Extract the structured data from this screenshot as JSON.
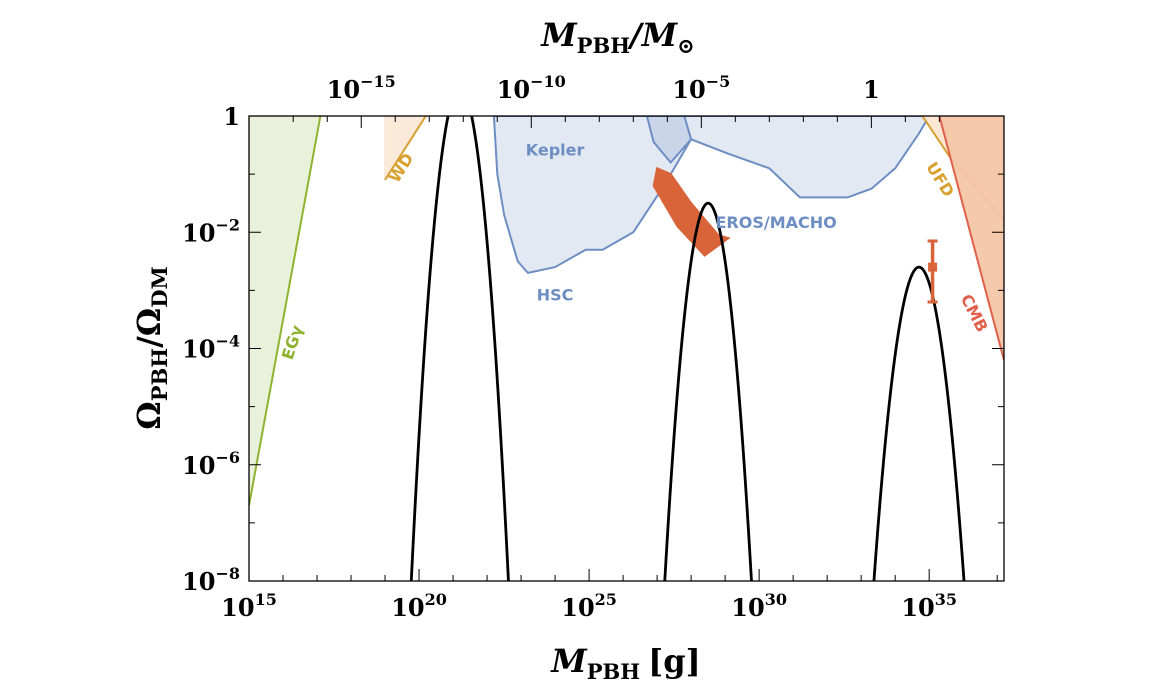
{
  "chart_data": {
    "type": "line",
    "x_axis": {
      "title": "M",
      "title_sub": "PBH",
      "title_unit": "[g]",
      "scale": "log",
      "range_log10": [
        15,
        37.2
      ],
      "ticks": [
        {
          "value": 15,
          "base": "10",
          "exp": "15"
        },
        {
          "value": 20,
          "base": "10",
          "exp": "20"
        },
        {
          "value": 25,
          "base": "10",
          "exp": "25"
        },
        {
          "value": 30,
          "base": "10",
          "exp": "30"
        },
        {
          "value": 35,
          "base": "10",
          "exp": "35"
        }
      ]
    },
    "x_top_axis": {
      "title_main": "M",
      "title_sub": "PBH",
      "title_sep": "/M",
      "title_sun": "⊙",
      "ticks": [
        {
          "value_g_log10": 18.3,
          "base": "10",
          "exp": "−15"
        },
        {
          "value_g_log10": 23.3,
          "base": "10",
          "exp": "−10"
        },
        {
          "value_g_log10": 28.3,
          "base": "10",
          "exp": "−5"
        },
        {
          "value_g_log10": 33.3,
          "base": "1",
          "exp": ""
        }
      ]
    },
    "y_axis": {
      "title": "Ω",
      "title_sub": "PBH",
      "title_sep": "/Ω",
      "title_sub2": "DM",
      "scale": "log",
      "range_log10": [
        -8,
        0
      ],
      "ticks": [
        {
          "value": 0,
          "base": "1",
          "exp": ""
        },
        {
          "value": -2,
          "base": "10",
          "exp": "−2"
        },
        {
          "value": -4,
          "base": "10",
          "exp": "−4"
        },
        {
          "value": -6,
          "base": "10",
          "exp": "−6"
        },
        {
          "value": -8,
          "base": "10",
          "exp": "−8"
        }
      ]
    },
    "constraints": [
      {
        "name": "EGγ",
        "color": "#8db32f",
        "fill": "#e8f0d8",
        "boundary_log10": [
          [
            15.0,
            -6.7
          ],
          [
            17.1,
            0
          ]
        ],
        "excluded": "left"
      },
      {
        "name": "WD",
        "color": "#d9a030",
        "fill": "#fbe8d8",
        "boundary_log10": [
          [
            19.0,
            -1.1
          ],
          [
            20.2,
            0
          ]
        ],
        "x_start": 19.0,
        "excluded": "above"
      },
      {
        "name": "Kepler",
        "color": "#6d8ec3",
        "fill": "#c9d4e8",
        "boundary_log10": [
          [
            26.7,
            0
          ],
          [
            26.9,
            -0.45
          ],
          [
            27.4,
            -0.8
          ],
          [
            28.0,
            -0.4
          ],
          [
            27.8,
            0
          ]
        ]
      },
      {
        "name": "HSC",
        "color": "#6d8ec3",
        "fill": "#e2e8f2",
        "boundary_log10": [
          [
            22.2,
            0
          ],
          [
            22.3,
            -1.0
          ],
          [
            22.5,
            -1.7
          ],
          [
            22.9,
            -2.5
          ],
          [
            23.2,
            -2.7
          ],
          [
            24.0,
            -2.6
          ],
          [
            24.9,
            -2.3
          ],
          [
            25.4,
            -2.3
          ],
          [
            26.3,
            -2.0
          ],
          [
            27.2,
            -1.2
          ],
          [
            28.0,
            -0.4
          ],
          [
            29.1,
            -0.65
          ],
          [
            30.3,
            -0.9
          ],
          [
            31.2,
            -1.4
          ],
          [
            32.6,
            -1.4
          ],
          [
            33.3,
            -1.25
          ],
          [
            34.0,
            -0.9
          ],
          [
            34.7,
            -0.3
          ],
          [
            35.0,
            0
          ]
        ]
      },
      {
        "name": "EROS/MACHO",
        "color": "#d9643a",
        "fill": "#d9643a",
        "boundary_log10": [
          [
            27.0,
            -0.9
          ],
          [
            27.4,
            -1.0
          ],
          [
            28.0,
            -1.5
          ],
          [
            28.8,
            -2.05
          ],
          [
            29.1,
            -2.1
          ],
          [
            28.4,
            -2.4
          ],
          [
            27.6,
            -1.9
          ],
          [
            26.9,
            -1.2
          ]
        ]
      },
      {
        "name": "UFD",
        "color": "#d9a030",
        "fill": "#fbe6d2",
        "boundary_log10": [
          [
            34.8,
            0
          ],
          [
            35.6,
            -0.7
          ],
          [
            37.2,
            -1.8
          ]
        ],
        "excluded": "above"
      },
      {
        "name": "CMB",
        "color": "#e0604a",
        "fill": "#f4c6a8",
        "boundary_log10": [
          [
            35.3,
            0
          ],
          [
            37.2,
            -4.2
          ]
        ],
        "excluded": "above"
      }
    ],
    "series": [
      {
        "color": "#000000",
        "peak_log10_x": 21.2,
        "peak_log10_y": 0.5,
        "width": 0.49
      },
      {
        "color": "#000000",
        "peak_log10_x": 28.5,
        "peak_log10_y": -1.5,
        "width": 0.5
      },
      {
        "color": "#000000",
        "peak_log10_x": 34.7,
        "peak_log10_y": -2.6,
        "width": 0.57
      }
    ],
    "data_point": {
      "x_log10": 35.1,
      "y_log10": -2.6,
      "y_err_log10": [
        -3.2,
        -2.15
      ],
      "color": "#d9643a"
    },
    "annotations": [
      {
        "text": "EGγ",
        "x_log10": 16.3,
        "y_log10": -3.9,
        "rotation": -72,
        "color": "#8db32f"
      },
      {
        "text": "WD",
        "x_log10": 19.5,
        "y_log10": -0.9,
        "rotation": -58,
        "color": "#d9a030"
      },
      {
        "text": "Kepler",
        "x_log10": 24.0,
        "y_log10": -0.6,
        "rotation": 0,
        "color": "#6d8ec3"
      },
      {
        "text": "HSC",
        "x_log10": 24.0,
        "y_log10": -3.1,
        "rotation": 0,
        "color": "#6d8ec3"
      },
      {
        "text": "EROS/MACHO",
        "x_log10": 30.5,
        "y_log10": -1.85,
        "rotation": 0,
        "color": "#6d8ec3"
      },
      {
        "text": "UFD",
        "x_log10": 35.3,
        "y_log10": -1.1,
        "rotation": 58,
        "color": "#d9a030"
      },
      {
        "text": "CMB",
        "x_log10": 36.3,
        "y_log10": -3.4,
        "rotation": 63,
        "color": "#e0604a"
      }
    ]
  }
}
